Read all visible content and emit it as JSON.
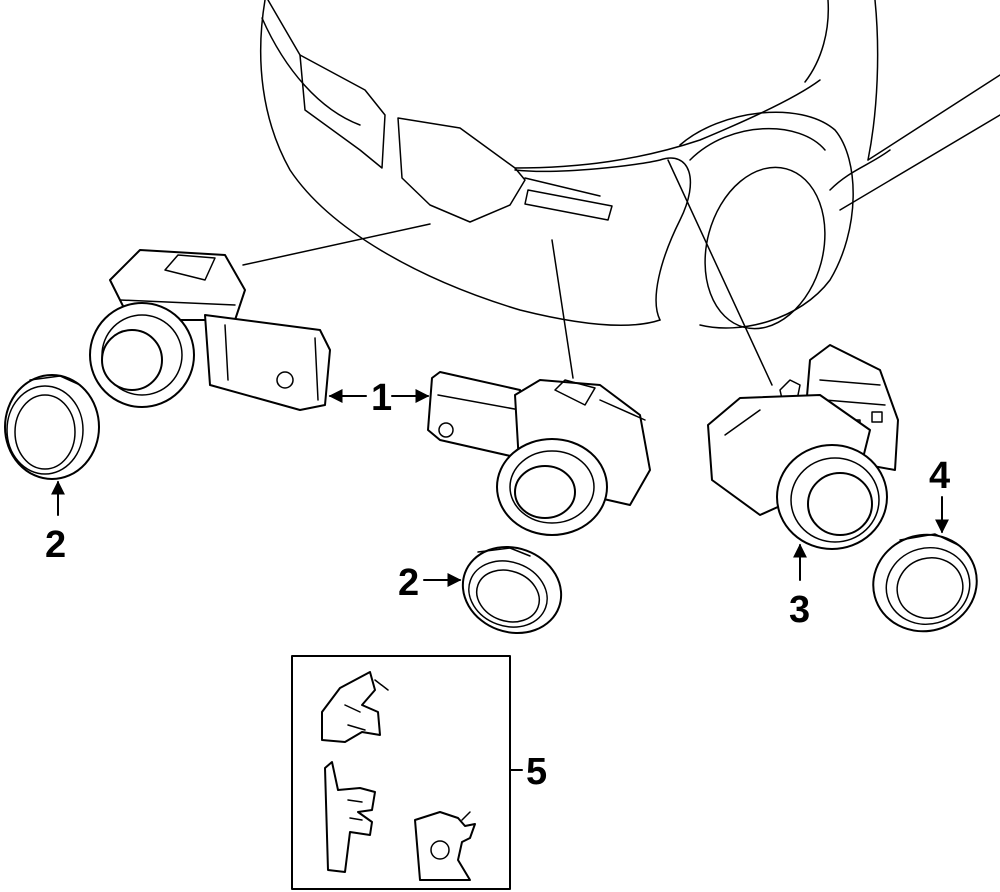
{
  "callouts": {
    "c1": "1",
    "c2_left": "2",
    "c2_center": "2",
    "c3": "3",
    "c4": "4",
    "c5": "5"
  }
}
